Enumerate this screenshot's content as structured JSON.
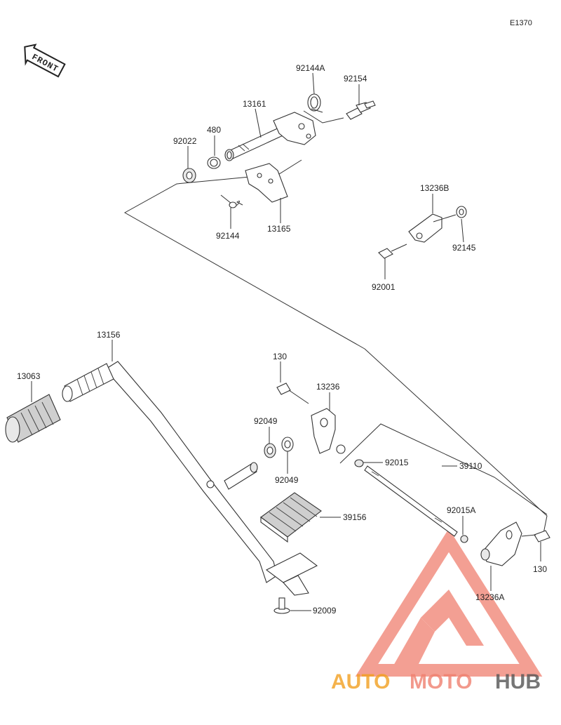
{
  "diagram_code": "E1370",
  "front_badge": "FRONT",
  "labels": {
    "p92144A": "92144A",
    "p92154": "92154",
    "p13161": "13161",
    "p480": "480",
    "p92022": "92022",
    "p92144": "92144",
    "p13165": "13165",
    "p13236B": "13236B",
    "p92145": "92145",
    "p92001": "92001",
    "p13156": "13156",
    "p13063": "13063",
    "p130a": "130",
    "p13236": "13236",
    "p92049a": "92049",
    "p92049b": "92049",
    "p92015": "92015",
    "p39110": "39110",
    "p92015A": "92015A",
    "p39156": "39156",
    "p130b": "130",
    "p13236A": "13236A",
    "p92009": "92009"
  },
  "watermark": {
    "auto": "AUTO",
    "moto": "MOTO",
    "hub": "HUB",
    "color_primary": "#f08070",
    "color_secondary": "#f2a020",
    "color_dark": "#555555"
  }
}
